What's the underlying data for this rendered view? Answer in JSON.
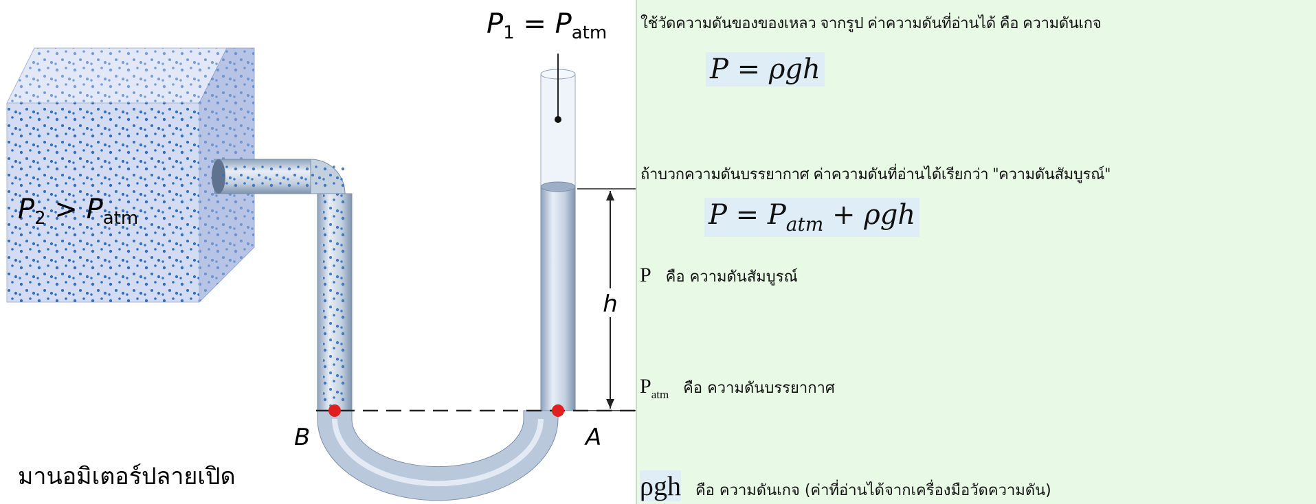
{
  "diagram": {
    "p1_label": "P",
    "p1_sub": "1",
    "p1_eq": " = P",
    "p1_eq_sub": "atm",
    "p2_label": "P",
    "p2_sub": "2",
    "p2_gt": " > P",
    "p2_gt_sub": "atm",
    "h_label": "h",
    "point_a": "A",
    "point_b": "B",
    "caption": "มานอมิเตอร์ปลายเปิด"
  },
  "panel": {
    "line1": "ใช้วัดความดันของของเหลว จากรูป ค่าความดันที่อ่านได้ คือ ความดันเกจ",
    "formula1": "P = ρgh",
    "line2": "ถ้าบวกความดันบรรยากาศ ค่าความดันที่อ่านได้เรียกว่า \"ความดันสัมบูรณ์\"",
    "formula2_main": "P = P",
    "formula2_sub": "atm",
    "formula2_rest": " + ρgh",
    "def1_symbol": "P",
    "def1_text": "คือ ความดันสัมบูรณ์",
    "def2_symbol": "P",
    "def2_sub": "atm",
    "def2_text": "คือ ความดันบรรยากาศ",
    "def3_symbol": "ρgh",
    "def3_text": "คือ  ความดันเกจ (ค่าที่อ่านได้จากเครื่องมือวัดความดัน)"
  },
  "colors": {
    "panel_bg": "#e8f9e6",
    "box_face": "#cfd9f2",
    "tube": "#b9c8db",
    "dot": "#2f6fc0",
    "marker": "#e02020"
  }
}
